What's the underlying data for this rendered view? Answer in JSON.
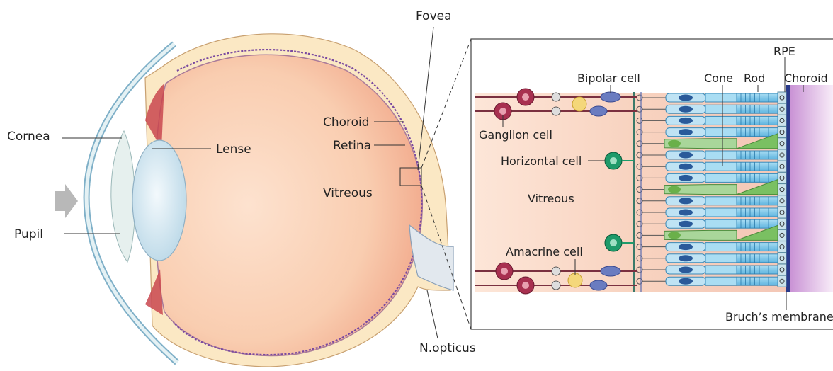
{
  "labels": {
    "fovea": "Fovea",
    "cornea": "Cornea",
    "pupil": "Pupil",
    "lense": "Lense",
    "choroid_left": "Choroid",
    "retina": "Retina",
    "vitreous_left": "Vitreous",
    "n_opticus": "N.opticus",
    "rpe": "RPE",
    "bipolar_cell": "Bipolar cell",
    "cone": "Cone",
    "rod": "Rod",
    "choroid_right": "Choroid",
    "ganglion_cell": "Ganglion cell",
    "horizontal_cell": "Horizontal cell",
    "vitreous_right": "Vitreous",
    "amacrine_cell": "Amacrine cell",
    "bruchs_membrane": "Bruch’s membrane"
  },
  "colors": {
    "eyeball_fill": "#f7c7a9",
    "sclera": "#fbe8c4",
    "lens": "#dfeef5",
    "cornea": "#e6f0ee",
    "ciliary": "#c9474f",
    "retina_line": "#7a4aa0",
    "rod": "#7cc7ea",
    "cone": "#9ccf8a",
    "ganglion": "#9c2a4a",
    "bipolar": "#5a6cb0",
    "horizontal": "#1e9a6a",
    "amacrine": "#f0c040",
    "rpe": "#8fc4d8",
    "choroid_band": "#b67cc4",
    "bruch": "#2a3a8a"
  }
}
